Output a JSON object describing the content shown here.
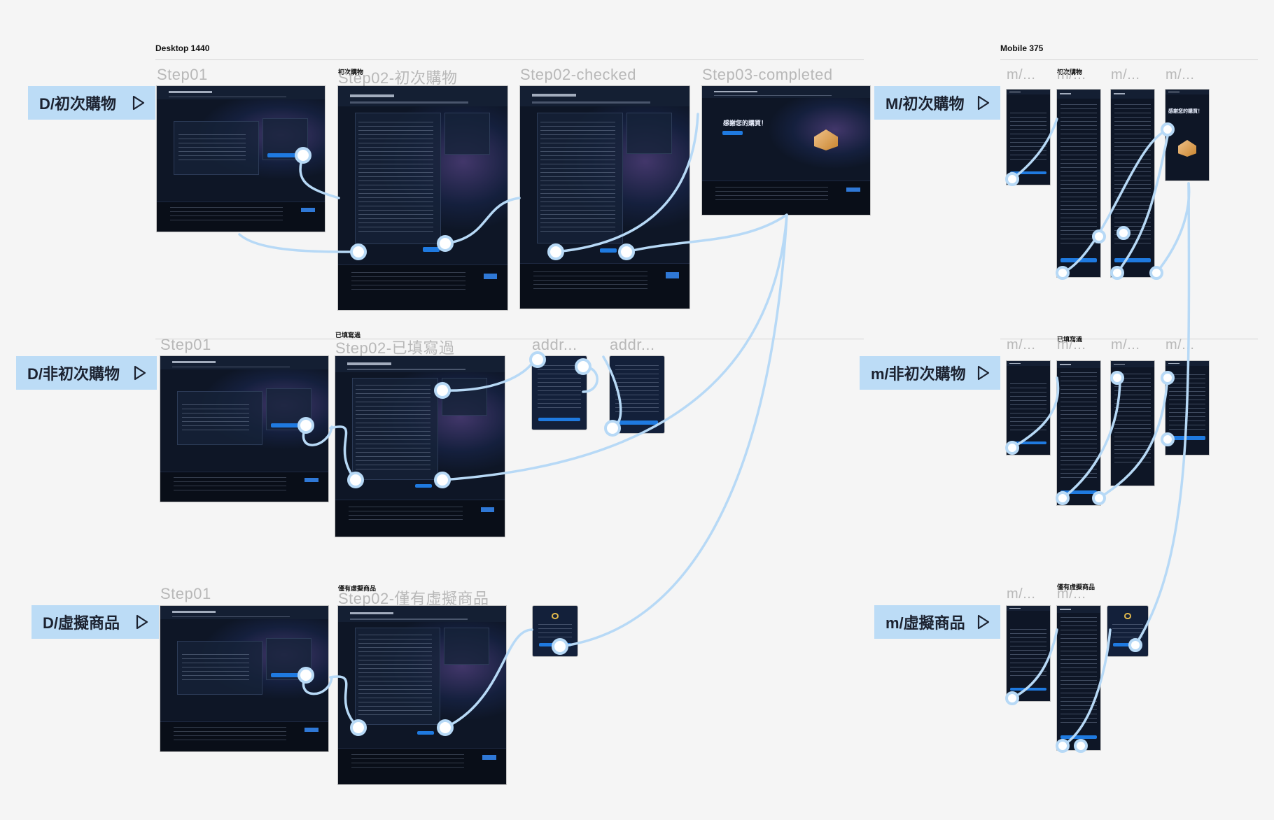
{
  "canvas": {
    "sections": [
      {
        "id": "desktop",
        "label": "Desktop 1440"
      },
      {
        "id": "mobile",
        "label": "Mobile 375"
      }
    ],
    "flows": [
      {
        "id": "d-first",
        "label": "D/初次購物"
      },
      {
        "id": "d-returning",
        "label": "D/非初次購物"
      },
      {
        "id": "d-virtual",
        "label": "D/虛擬商品"
      },
      {
        "id": "m-first",
        "label": "M/初次購物"
      },
      {
        "id": "m-returning",
        "label": "m/非初次購物"
      },
      {
        "id": "m-virtual",
        "label": "m/虛擬商品"
      }
    ],
    "frames": {
      "d_step01_a": {
        "title": "Step01"
      },
      "d_step02_first": {
        "title": "Step02-初次購物",
        "sublabel": "初次購物"
      },
      "d_step02_checked": {
        "title": "Step02-checked"
      },
      "d_step03_completed": {
        "title": "Step03-completed",
        "message": "感謝您的購買！"
      },
      "d_step01_b": {
        "title": "Step01"
      },
      "d_step02_filled": {
        "title": "Step02-已填寫過",
        "sublabel": "已填寫過"
      },
      "d_addr_1": {
        "title": "addr..."
      },
      "d_addr_2": {
        "title": "addr..."
      },
      "d_step01_c": {
        "title": "Step01"
      },
      "d_step02_virtual": {
        "title": "Step02-僅有虛擬商品",
        "sublabel": "僅有虛擬商品"
      },
      "m_first_1": {
        "title": "m/..."
      },
      "m_first_2": {
        "title": "m/...",
        "sublabel": "初次購物"
      },
      "m_first_3": {
        "title": "m/..."
      },
      "m_first_4": {
        "title": "m/...",
        "message": "感謝您的購買！"
      },
      "m_ret_1": {
        "title": "m/..."
      },
      "m_ret_2": {
        "title": "m/...",
        "sublabel": "已填寫過"
      },
      "m_ret_3": {
        "title": "m/..."
      },
      "m_ret_4": {
        "title": "m/..."
      },
      "m_vir_1": {
        "title": "m/..."
      },
      "m_vir_2": {
        "title": "m/...",
        "sublabel": "僅有虛擬商品"
      }
    }
  },
  "theme": {
    "canvas_bg": "#f5f5f5",
    "tag_bg": "#bcdcf6",
    "connector": "#b7d9f6",
    "screen_bg": "#0e1626",
    "cta": "#1f7ae0"
  },
  "icons": {
    "flow_start": "play-triangle-icon"
  }
}
